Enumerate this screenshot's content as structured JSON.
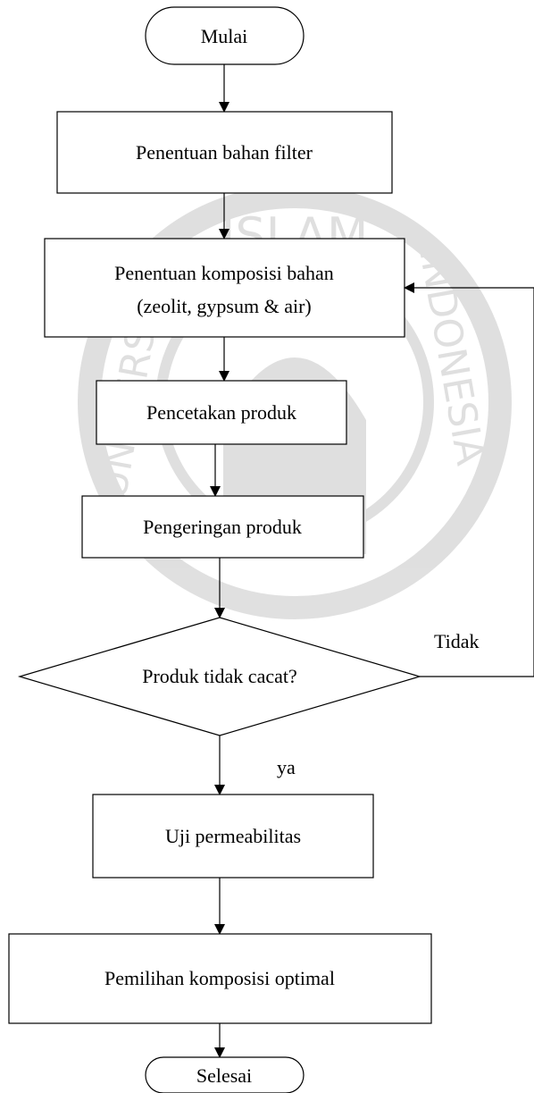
{
  "diagram": {
    "nodes": {
      "start": "Mulai",
      "step1": "Penentuan bahan filter",
      "step2_line1": "Penentuan komposisi bahan",
      "step2_line2": "(zeolit, gypsum & air)",
      "step3": "Pencetakan produk",
      "step4": "Pengeringan produk",
      "decision": "Produk tidak cacat?",
      "step5": "Uji permeabilitas",
      "step6": "Pemilihan komposisi optimal",
      "end": "Selesai"
    },
    "edge_labels": {
      "no": "Tidak",
      "yes": "ya"
    },
    "watermark": {
      "top_text": "ISLAM",
      "left_text": "UNIVERSITAS",
      "right_text": "INDONESIA"
    }
  }
}
